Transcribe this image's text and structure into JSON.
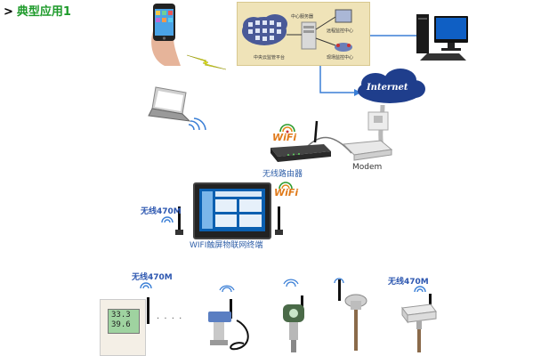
{
  "page": {
    "title": "典型应用1",
    "title_prefix": ">"
  },
  "diagram": {
    "server_panel": {
      "center_server": "中心服务器",
      "remote_monitor": "远程监控中心",
      "field_monitor": "现场监控中心",
      "cloud_platform": "中央云监管平台"
    },
    "internet_label": "Internet",
    "modem_label": "Modem",
    "router_label": "无线路由器",
    "wifi_label_router": "WiFi",
    "wifi_label_terminal": "WiFi",
    "terminal_label": "WIFI触屏物联网终端",
    "radio_470_left": "无线470M",
    "radio_470_bottom_left": "无线470M",
    "radio_470_bottom_right": "无线470M",
    "sensor_readings": [
      "33.3",
      "39.6"
    ],
    "ellipsis": "· · · ·"
  },
  "colors": {
    "title_green": "#1d9a2a",
    "label_blue": "#2f5fa8",
    "panel_bg": "#efe3b8",
    "line_blue": "#3b7fd6"
  }
}
